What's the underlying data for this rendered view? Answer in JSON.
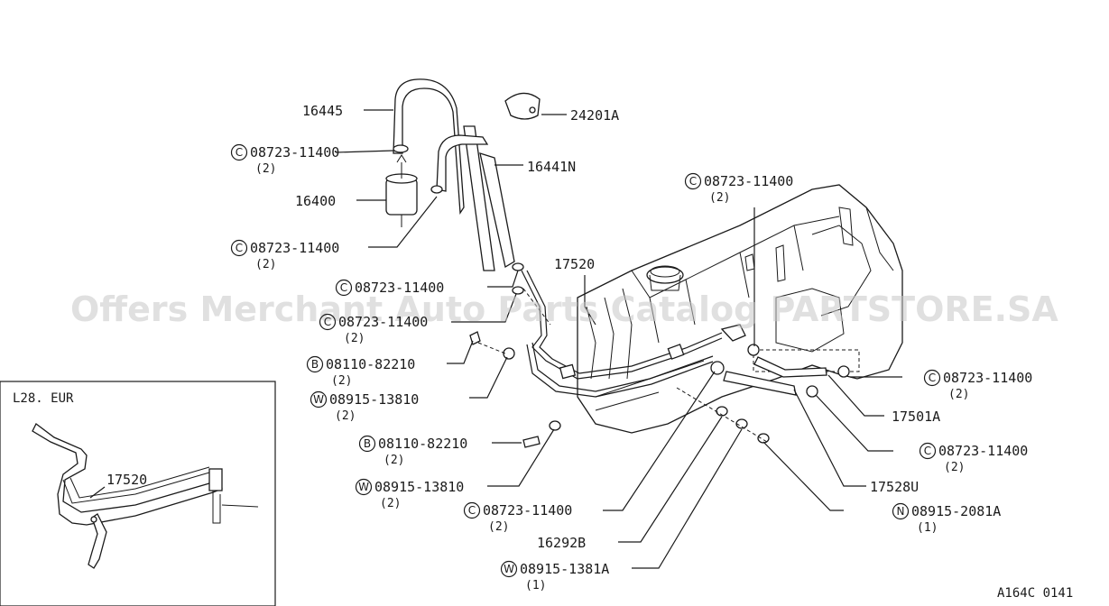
{
  "watermark": "Offers Merchant Auto Parts Catalog PARTSTORE.SA",
  "figure_code": "A164C 0141",
  "inset": {
    "title": "L28. EUR",
    "part": "17520"
  },
  "labels": [
    {
      "id": "l1",
      "prefix": "",
      "number": "16445",
      "qty": ""
    },
    {
      "id": "l2",
      "prefix": "",
      "number": "24201A",
      "qty": ""
    },
    {
      "id": "l3",
      "prefix": "C",
      "number": "08723-11400",
      "qty": "(2)"
    },
    {
      "id": "l4",
      "prefix": "",
      "number": "16441N",
      "qty": ""
    },
    {
      "id": "l5",
      "prefix": "",
      "number": "16400",
      "qty": ""
    },
    {
      "id": "l6",
      "prefix": "C",
      "number": "08723-11400",
      "qty": "(2)"
    },
    {
      "id": "l7",
      "prefix": "C",
      "number": "08723-11400",
      "qty": "(2)"
    },
    {
      "id": "l8",
      "prefix": "",
      "number": "17520",
      "qty": ""
    },
    {
      "id": "l9",
      "prefix": "C",
      "number": "08723-11400",
      "qty": ""
    },
    {
      "id": "l10",
      "prefix": "C",
      "number": "08723-11400",
      "qty": "(2)"
    },
    {
      "id": "l11",
      "prefix": "B",
      "number": "08110-82210",
      "qty": "(2)"
    },
    {
      "id": "l12",
      "prefix": "W",
      "number": "08915-13810",
      "qty": "(2)"
    },
    {
      "id": "l13",
      "prefix": "C",
      "number": "08723-11400",
      "qty": "(2)"
    },
    {
      "id": "l14",
      "prefix": "",
      "number": "17501A",
      "qty": ""
    },
    {
      "id": "l15",
      "prefix": "B",
      "number": "08110-82210",
      "qty": "(2)"
    },
    {
      "id": "l16",
      "prefix": "C",
      "number": "08723-11400",
      "qty": "(2)"
    },
    {
      "id": "l17",
      "prefix": "W",
      "number": "08915-13810",
      "qty": "(2)"
    },
    {
      "id": "l18",
      "prefix": "",
      "number": "17528U",
      "qty": ""
    },
    {
      "id": "l19",
      "prefix": "C",
      "number": "08723-11400",
      "qty": "(2)"
    },
    {
      "id": "l20",
      "prefix": "N",
      "number": "08915-2081A",
      "qty": "(1)"
    },
    {
      "id": "l21",
      "prefix": "",
      "number": "16292B",
      "qty": ""
    },
    {
      "id": "l22",
      "prefix": "W",
      "number": "08915-1381A",
      "qty": "(1)"
    }
  ]
}
